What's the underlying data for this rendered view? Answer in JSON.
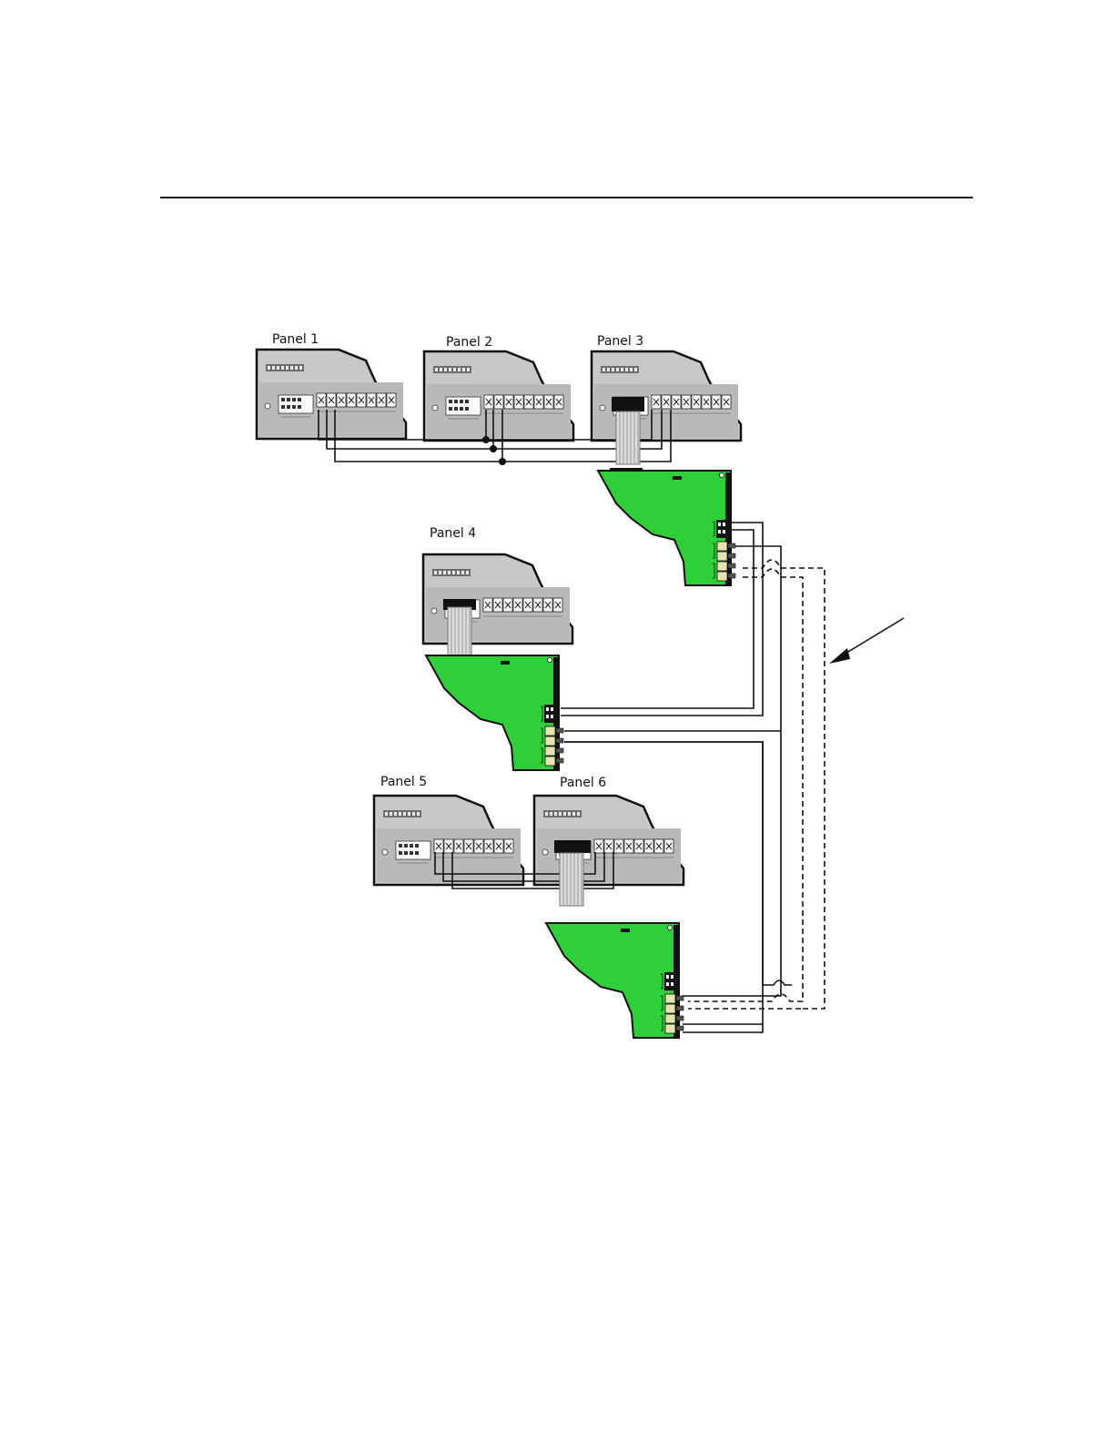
{
  "figure": {
    "panels": [
      {
        "label": "Panel 1"
      },
      {
        "label": "Panel 2"
      },
      {
        "label": "Panel 3"
      },
      {
        "label": "Panel 4"
      },
      {
        "label": "Panel 5"
      },
      {
        "label": "Panel 6"
      }
    ]
  },
  "colors": {
    "panel_gray": "#c8c8c8",
    "pcb_green": "#2fcf3a",
    "wire": "#111111"
  }
}
